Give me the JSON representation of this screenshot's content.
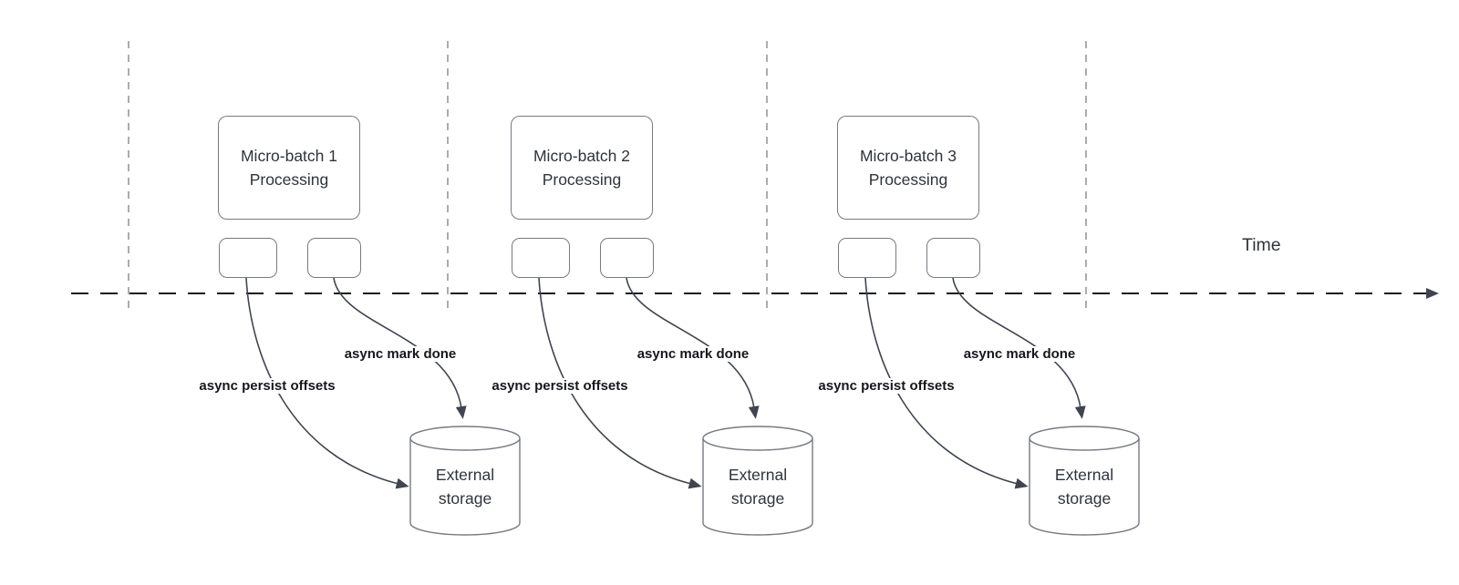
{
  "timeline": {
    "label": "Time"
  },
  "groups": [
    {
      "box": {
        "line1": "Micro-batch 1",
        "line2": "Processing"
      },
      "persist_label": "async persist offsets",
      "mark_done_label": "async mark done",
      "storage": {
        "line1": "External",
        "line2": "storage"
      }
    },
    {
      "box": {
        "line1": "Micro-batch 2",
        "line2": "Processing"
      },
      "persist_label": "async persist offsets",
      "mark_done_label": "async mark done",
      "storage": {
        "line1": "External",
        "line2": "storage"
      }
    },
    {
      "box": {
        "line1": "Micro-batch 3",
        "line2": "Processing"
      },
      "persist_label": "async persist offsets",
      "mark_done_label": "async mark done",
      "storage": {
        "line1": "External",
        "line2": "storage"
      }
    }
  ],
  "colors": {
    "background": "#ffffff",
    "shape_stroke": "#767b82",
    "shape_fill": "#ffffff",
    "shape_text": "#2f343b",
    "arrow": "#3f4450",
    "arrow_label": "#15171c",
    "timeline": "#17191e",
    "gridline": "#aaacae"
  }
}
